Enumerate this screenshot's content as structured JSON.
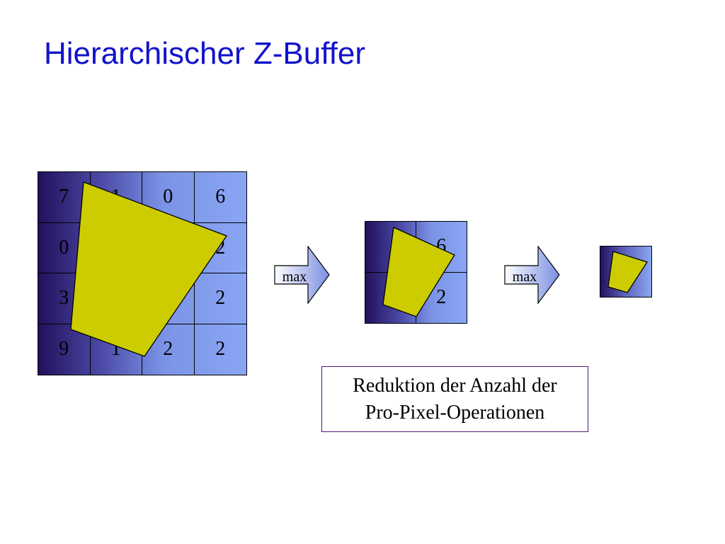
{
  "title": "Hierarchischer Z-Buffer",
  "level0": {
    "rows": [
      [
        "7",
        "1",
        "0",
        "6"
      ],
      [
        "0",
        "",
        "",
        "2"
      ],
      [
        "3",
        "",
        "",
        "2"
      ],
      [
        "9",
        "1",
        "2",
        "2"
      ]
    ]
  },
  "level1": {
    "rows": [
      [
        "",
        "6"
      ],
      [
        "",
        "2"
      ]
    ]
  },
  "level2": {
    "rows": [
      [
        ""
      ]
    ]
  },
  "arrows": [
    "max",
    "max"
  ],
  "caption": {
    "line1": "Reduktion der Anzahl der",
    "line2": "Pro-Pixel-Operationen"
  },
  "colors": {
    "title": "#1212cc",
    "polygon_fill": "#cccc00",
    "cell_dark": "#23105c",
    "cell_light": "#8aa6f3",
    "caption_border": "#4b1a7a"
  }
}
